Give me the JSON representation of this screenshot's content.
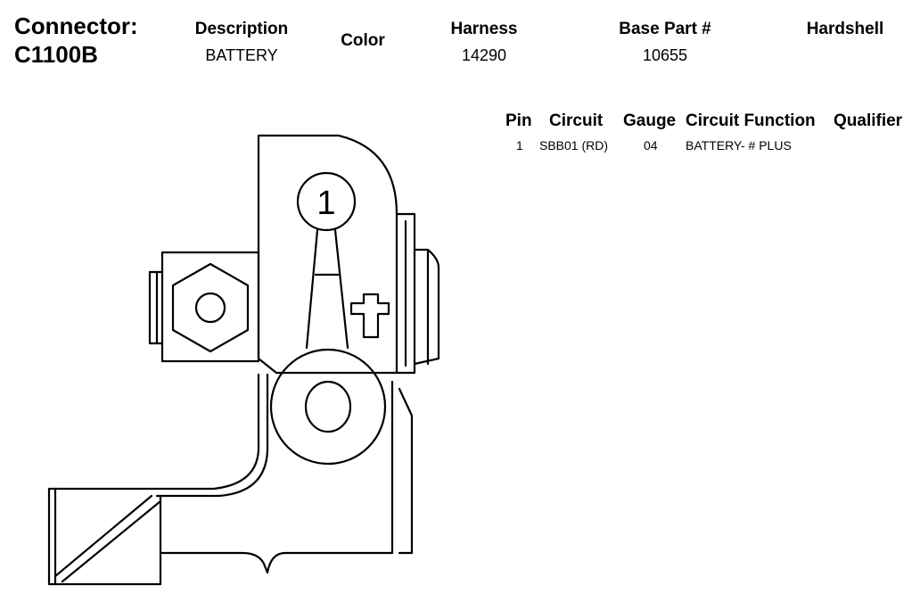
{
  "header": {
    "connector_label": "Connector:",
    "connector_id": "C1100B",
    "description_label": "Description",
    "description_value": "BATTERY",
    "color_label": "Color",
    "color_value": "",
    "harness_label": "Harness",
    "harness_value": "14290",
    "base_part_label": "Base Part #",
    "base_part_value": "10655",
    "hardshell_label": "Hardshell",
    "hardshell_value": ""
  },
  "pin_table": {
    "columns": [
      "Pin",
      "Circuit",
      "Gauge",
      "Circuit Function",
      "Qualifier"
    ],
    "rows": [
      {
        "pin": "1",
        "circuit": "SBB01 (RD)",
        "gauge": "04",
        "function": "BATTERY- # PLUS",
        "qualifier": ""
      }
    ]
  },
  "diagram": {
    "pin_number_label": "1",
    "polarity_symbol": "+"
  }
}
